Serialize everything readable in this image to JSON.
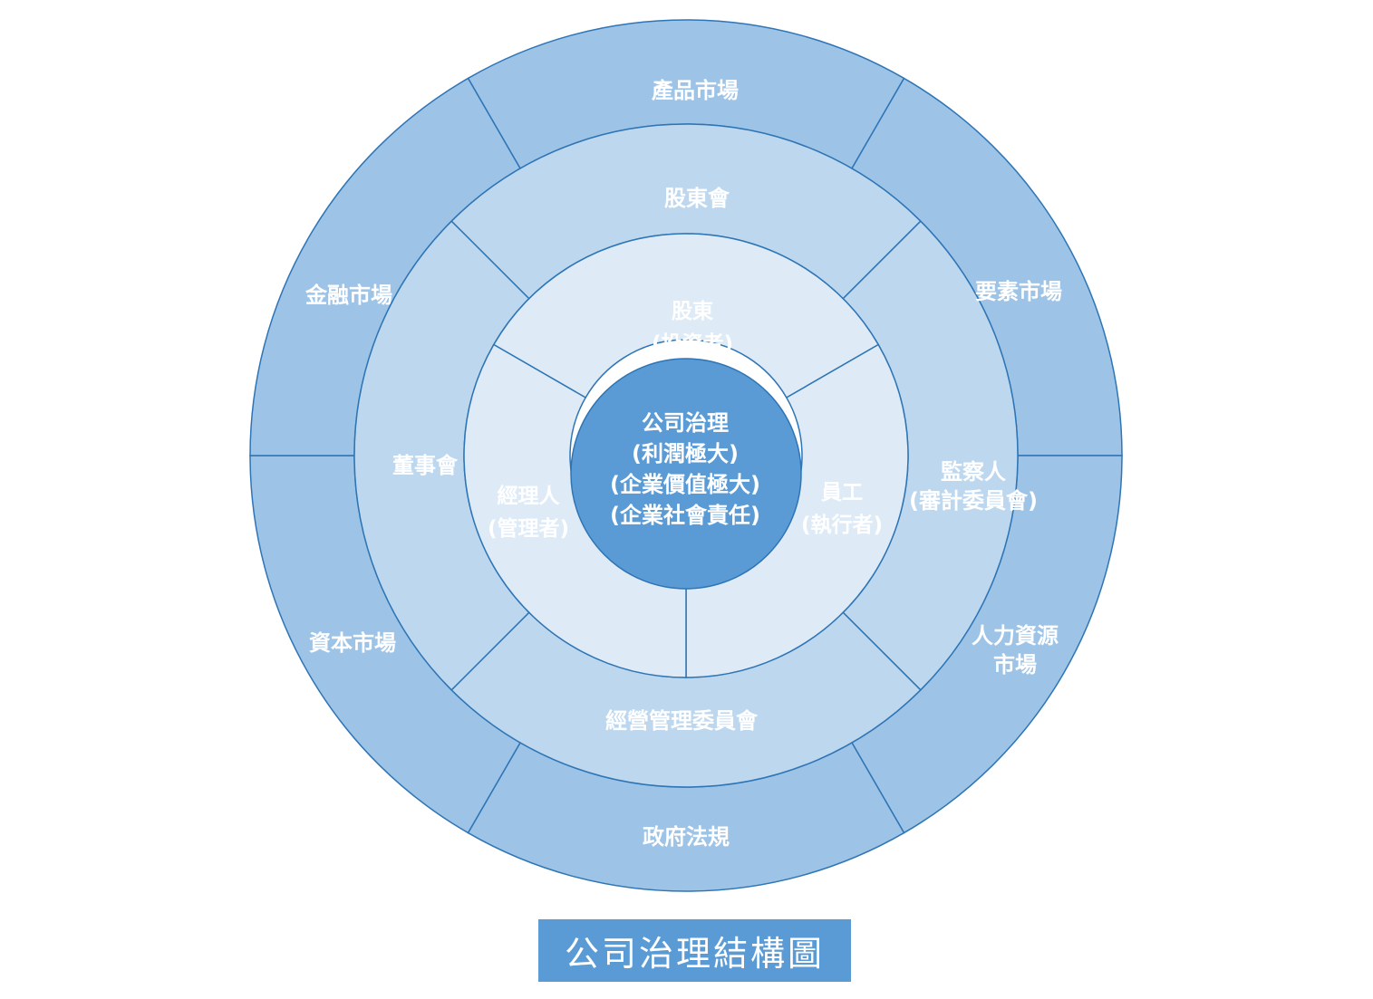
{
  "caption": "公司治理結構圖",
  "colors": {
    "outer_ring": "#9dc3e6",
    "middle_ring": "#bdd7ee",
    "inner_ring": "#deebf7",
    "center": "#5b9bd5",
    "stroke": "#2e75b6",
    "text": "#ffffff"
  },
  "center": {
    "lines": [
      "公司治理",
      "(利潤極大)",
      "(企業價值極大)",
      "(企業社會責任)"
    ]
  },
  "inner_ring": [
    {
      "id": "shareholders",
      "lines": [
        "股東",
        "(投資者)"
      ]
    },
    {
      "id": "employees",
      "lines": [
        "員工",
        "(執行者)"
      ]
    },
    {
      "id": "managers",
      "lines": [
        "經理人",
        "(管理者)"
      ]
    }
  ],
  "middle_ring": [
    {
      "id": "shareholders-meeting",
      "lines": [
        "股東會"
      ]
    },
    {
      "id": "supervisors",
      "lines": [
        "監察人",
        "(審計委員會)"
      ]
    },
    {
      "id": "management-committee",
      "lines": [
        "經營管理委員會"
      ]
    },
    {
      "id": "board",
      "lines": [
        "董事會"
      ]
    }
  ],
  "outer_ring": [
    {
      "id": "product-market",
      "lines": [
        "產品市場"
      ]
    },
    {
      "id": "factor-market",
      "lines": [
        "要素市場"
      ]
    },
    {
      "id": "hr-market",
      "lines": [
        "人力資源",
        "市場"
      ]
    },
    {
      "id": "government",
      "lines": [
        "政府法規"
      ]
    },
    {
      "id": "capital-market",
      "lines": [
        "資本市場"
      ]
    },
    {
      "id": "financial-market",
      "lines": [
        "金融市場"
      ]
    }
  ]
}
